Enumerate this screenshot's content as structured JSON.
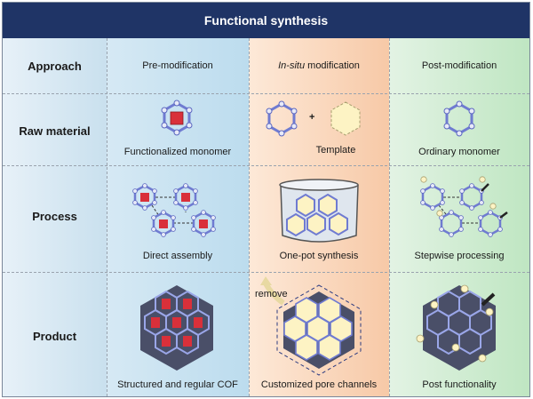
{
  "title": "Functional synthesis",
  "rows": {
    "approach": "Approach",
    "raw_material": "Raw material",
    "process": "Process",
    "product": "Product"
  },
  "pre": {
    "approach": "Pre-modification",
    "raw": "Functionalized monomer",
    "process": "Direct assembly",
    "product": "Structured and regular COF"
  },
  "insitu": {
    "approach_italic": "In-situ",
    "approach_rest": " modification",
    "plus": "+",
    "raw": "Template",
    "process": "One-pot synthesis",
    "remove": "remove",
    "product": "Customized pore channels"
  },
  "post": {
    "approach": "Post-modification",
    "raw": "Ordinary monomer",
    "process": "Stepwise processing",
    "product": "Post functionality"
  },
  "colors": {
    "title_bg": "#1f3466",
    "pre_bg": "#c8e2f1",
    "insitu_bg": "#f9d7bd",
    "post_bg": "#cdebd0",
    "functional_group": "#d9303a",
    "template": "#fdf3c4",
    "ring": "#6f7bd1"
  }
}
